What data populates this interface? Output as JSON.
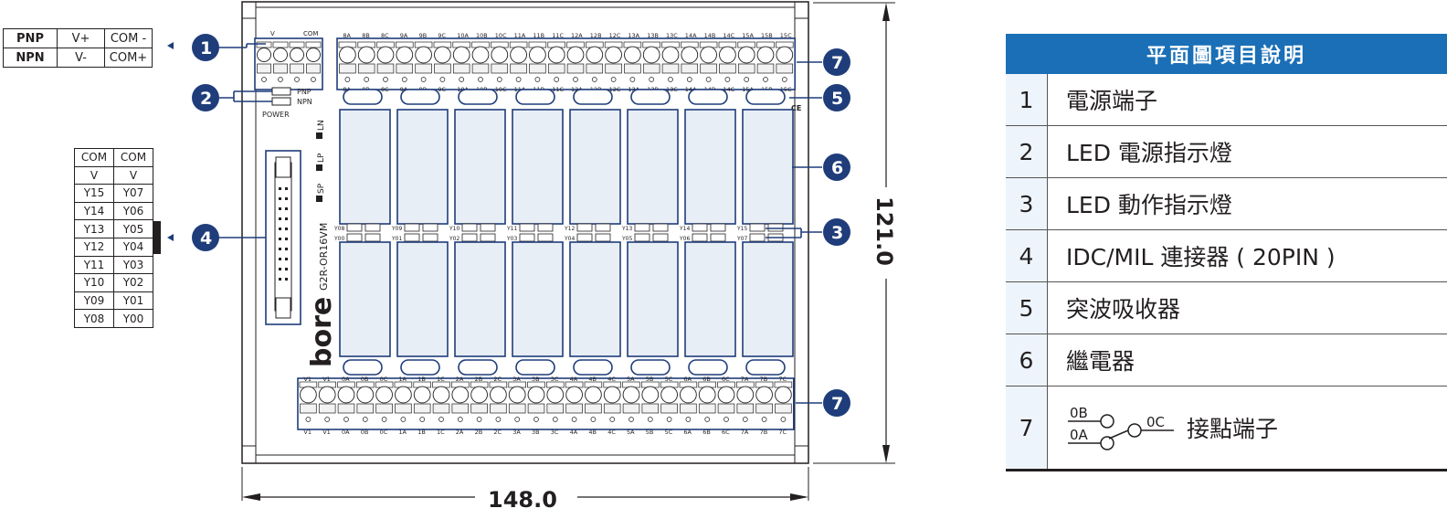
{
  "pnp_table": {
    "rows": [
      [
        "PNP",
        "V+",
        "COM -"
      ],
      [
        "NPN",
        "V-",
        "COM+"
      ]
    ]
  },
  "pin_table": {
    "rows": [
      [
        "COM",
        "COM"
      ],
      [
        "V",
        "V"
      ],
      [
        "Y15",
        "Y07"
      ],
      [
        "Y14",
        "Y06"
      ],
      [
        "Y13",
        "Y05"
      ],
      [
        "Y12",
        "Y04"
      ],
      [
        "Y11",
        "Y03"
      ],
      [
        "Y10",
        "Y02"
      ],
      [
        "Y09",
        "Y01"
      ],
      [
        "Y08",
        "Y00"
      ]
    ]
  },
  "callouts": [
    "1",
    "2",
    "3",
    "4",
    "5",
    "6",
    "7"
  ],
  "callout_color": "#1f3d7a",
  "board": {
    "model": "G2R-OR16VM",
    "brand": "bore",
    "mode_labels": [
      "PNP",
      "NPN"
    ],
    "power_label": "POWER",
    "side_labels": [
      "SP",
      "LP",
      "LN"
    ],
    "ce_mark": "CE",
    "power_terminals": [
      "V",
      "COM"
    ],
    "top_terminals": [
      "8A",
      "8B",
      "8C",
      "9A",
      "9B",
      "9C",
      "10A",
      "10B",
      "10C",
      "11A",
      "11B",
      "11C",
      "12A",
      "12B",
      "12C",
      "13A",
      "13B",
      "13C",
      "14A",
      "14B",
      "14C",
      "15A",
      "15B",
      "15C"
    ],
    "bottom_terminals": [
      "V1",
      "V1",
      "0A",
      "0B",
      "0C",
      "1A",
      "1B",
      "1C",
      "2A",
      "2B",
      "2C",
      "3A",
      "3B",
      "3C",
      "4A",
      "4B",
      "4C",
      "5A",
      "5B",
      "5C",
      "6A",
      "6B",
      "6C",
      "7A",
      "7B",
      "7C"
    ],
    "upper_led_labels": [
      "Y08",
      "Y09",
      "Y10",
      "Y11",
      "Y12",
      "Y13",
      "Y14",
      "Y15"
    ],
    "lower_led_labels": [
      "Y00",
      "Y01",
      "Y02",
      "Y03",
      "Y04",
      "Y05",
      "Y06",
      "Y07"
    ]
  },
  "dimensions": {
    "width": "148.0",
    "height": "121.0"
  },
  "legend": {
    "title": "平面圖項目說明",
    "items": [
      {
        "num": "1",
        "desc": "電源端子"
      },
      {
        "num": "2",
        "desc": "LED 電源指示燈"
      },
      {
        "num": "3",
        "desc": "LED 動作指示燈"
      },
      {
        "num": "4",
        "desc": "IDC/MIL 連接器 ( 20PIN )"
      },
      {
        "num": "5",
        "desc": "突波吸收器"
      },
      {
        "num": "6",
        "desc": "繼電器"
      },
      {
        "num": "7",
        "desc": "接點端子"
      }
    ],
    "contact_symbol": {
      "nc": "0B",
      "com": "0C",
      "no": "0A"
    }
  }
}
